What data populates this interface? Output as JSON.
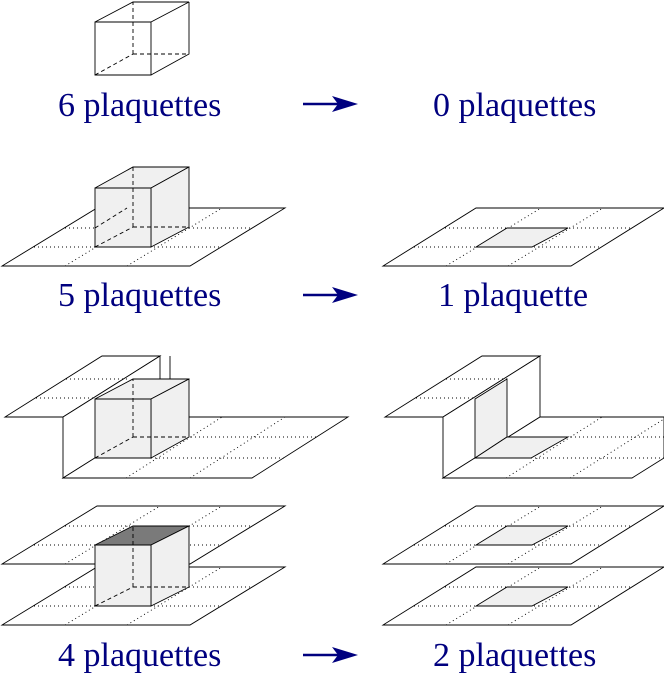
{
  "rows": [
    {
      "left": "6 plaquettes",
      "right": "0 plaquettes"
    },
    {
      "left": "5 plaquettes",
      "right": "1 plaquette"
    },
    {
      "left": "4 plaquettes",
      "right": "2 plaquettes"
    }
  ],
  "colors": {
    "label": "#00007f",
    "face": "#f0f0f0",
    "dark_face": "#7a7a7a"
  }
}
